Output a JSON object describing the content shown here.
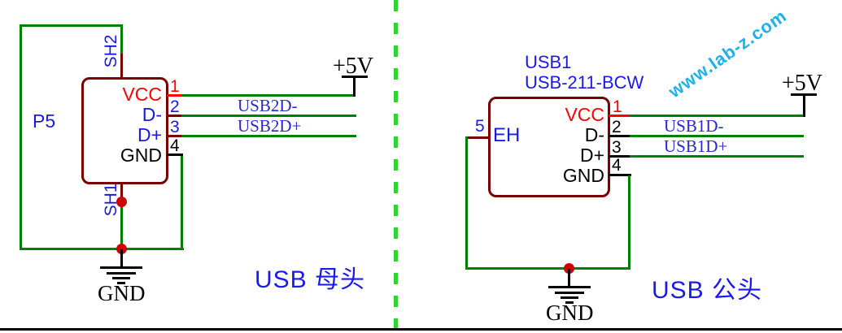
{
  "watermark": {
    "text": "www.lab-z.com"
  },
  "colors": {
    "wire_green": "#008000",
    "divider_green": "#2FD42F",
    "component_outline": "#7A0000",
    "pin1_red": "#FF0000",
    "label_blue": "#1A1AE6",
    "net_label_blue": "#2828CC",
    "caption_blue": "#1A1AF0",
    "watermark_cyan": "#1FB0EA",
    "junction_red": "#D00000"
  },
  "left_connector": {
    "designator": "P5",
    "caption": "USB 母头",
    "top_pin": "SH2",
    "bottom_pin": "SH1",
    "pins": [
      {
        "number": "1",
        "name": "VCC"
      },
      {
        "number": "2",
        "name": "D-"
      },
      {
        "number": "3",
        "name": "D+"
      },
      {
        "number": "4",
        "name": "GND"
      }
    ],
    "net_labels": [
      "USB2D-",
      "USB2D+"
    ],
    "power_label": "+5V",
    "ground_label": "GND"
  },
  "right_connector": {
    "designator": "USB1",
    "part_number": "USB-211-BCW",
    "caption": "USB 公头",
    "side_pin": {
      "number": "5",
      "name": "EH"
    },
    "pins": [
      {
        "number": "1",
        "name": "VCC"
      },
      {
        "number": "2",
        "name": "D-"
      },
      {
        "number": "3",
        "name": "D+"
      },
      {
        "number": "4",
        "name": "GND"
      }
    ],
    "net_labels": [
      "USB1D-",
      "USB1D+"
    ],
    "power_label": "+5V",
    "ground_label": "GND"
  }
}
